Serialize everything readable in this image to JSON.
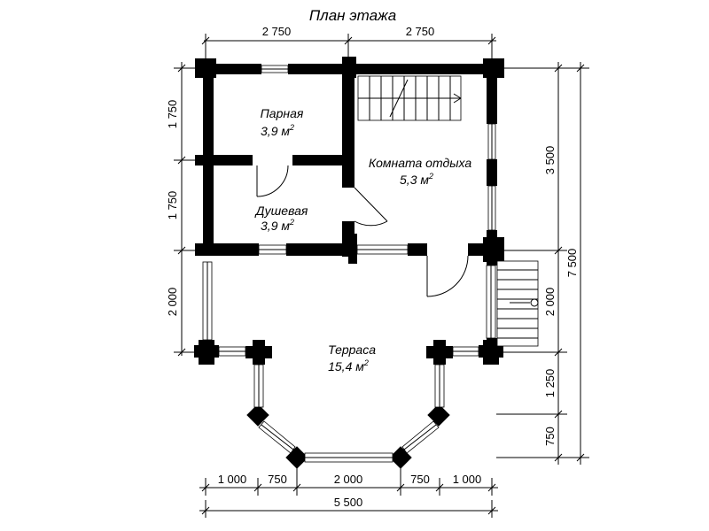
{
  "title": "План этажа",
  "rooms": {
    "parnaya": {
      "name": "Парная",
      "area": "3,9 м"
    },
    "dush": {
      "name": "Душевая",
      "area": "3,9 м"
    },
    "komnata": {
      "name": "Комната отдыха",
      "area": "5,3 м"
    },
    "terrasa": {
      "name": "Терраса",
      "area": "15,4 м"
    }
  },
  "area_unit_sup": "2",
  "dimensions": {
    "top": [
      "2 750",
      "2 750"
    ],
    "left": [
      "1 750",
      "1 750",
      "2 000"
    ],
    "right_inner": [
      "3 500",
      "2 000",
      "1 250",
      "750"
    ],
    "right_outer": "7 500",
    "bottom": [
      "1 000",
      "750",
      "2 000",
      "750",
      "1 000"
    ],
    "bottom_total": "5 500"
  }
}
